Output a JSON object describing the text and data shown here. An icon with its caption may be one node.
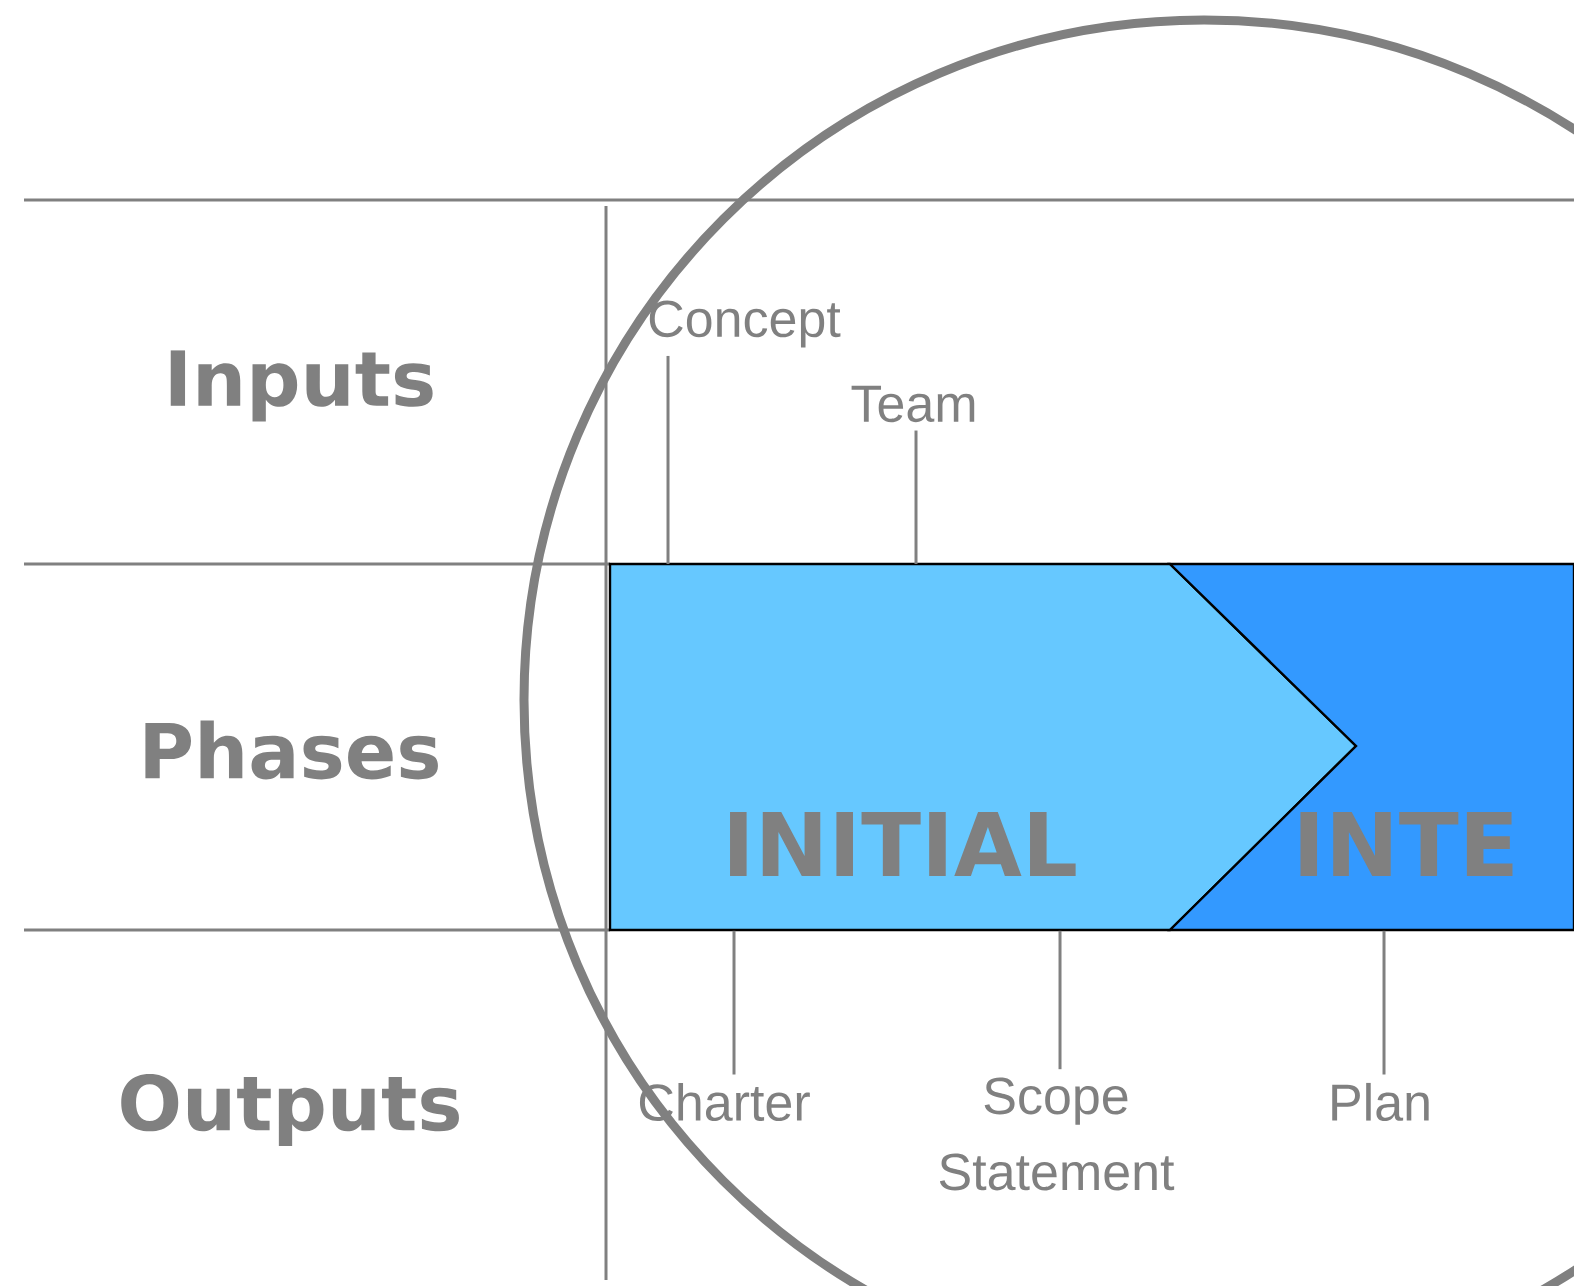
{
  "diagram": {
    "nodes": [
      {
        "text": [
          "INITIAL"
        ]
      },
      {
        "text": [
          "INTE"
        ]
      },
      {
        "text": [
          "Concept"
        ]
      },
      {
        "text": [
          "Team"
        ]
      },
      {
        "text": [
          "Charter"
        ]
      },
      {
        "text": [
          "Scope Statement"
        ]
      },
      {
        "text": [
          "Plan"
        ]
      }
    ],
    "edges": [
      {
        "from": 2,
        "to": 0,
        "arrow": "none"
      },
      {
        "from": 3,
        "to": 0,
        "arrow": "none"
      },
      {
        "from": 4,
        "to": 0,
        "arrow": "none"
      },
      {
        "from": 5,
        "to": 0,
        "arrow": "none"
      },
      {
        "from": 6,
        "to": 1,
        "arrow": "none"
      }
    ],
    "labels": [
      "Inputs",
      "Phases",
      "Outputs"
    ]
  }
}
